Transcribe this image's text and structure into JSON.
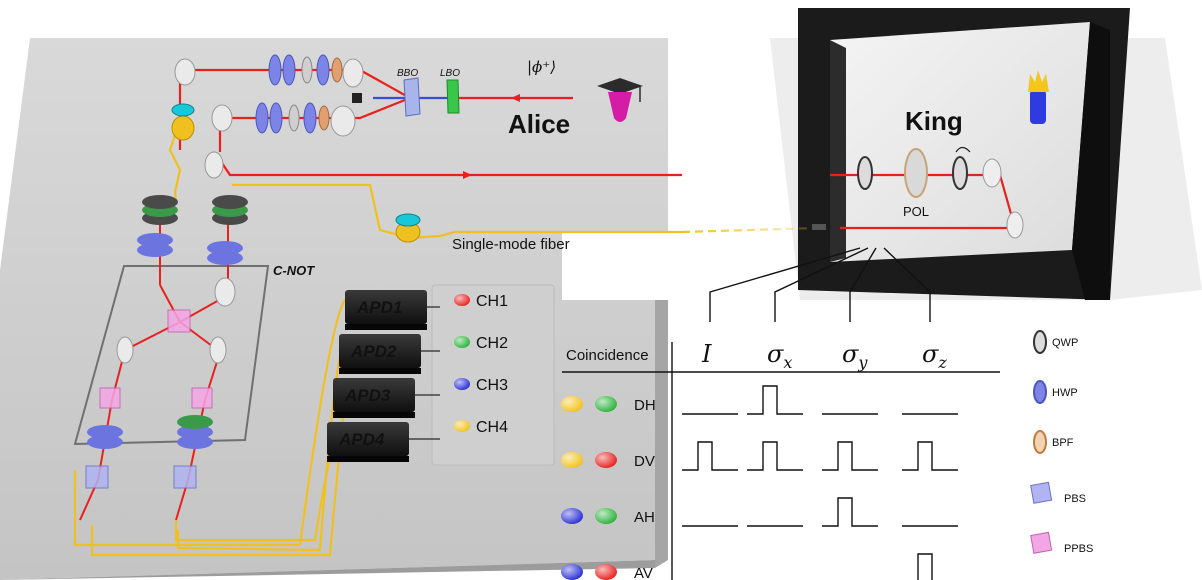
{
  "title": "",
  "labels": {
    "alice": "Alice",
    "king": "King",
    "state": "|ϕ⁺⟩",
    "bbo": "BBO",
    "lbo": "LBO",
    "pol": "POL",
    "fiber": "Single-mode fiber",
    "cnot": "C-NOT"
  },
  "apds": [
    "APD1",
    "APD2",
    "APD3",
    "APD4"
  ],
  "channels": [
    {
      "label": "CH1",
      "color": "#e8201e"
    },
    {
      "label": "CH2",
      "color": "#2bb33a"
    },
    {
      "label": "CH3",
      "color": "#2a2fd6"
    },
    {
      "label": "CH4",
      "color": "#f2c21b"
    }
  ],
  "table": {
    "header": "Coincidence",
    "columns": [
      {
        "base": "I",
        "sub": ""
      },
      {
        "base": "σ",
        "sub": "x"
      },
      {
        "base": "σ",
        "sub": "y"
      },
      {
        "base": "σ",
        "sub": "z"
      }
    ],
    "rows": [
      {
        "label": "DH",
        "dots": [
          "#f2c21b",
          "#2bb33a"
        ],
        "pulses": [
          0,
          1,
          0,
          0
        ]
      },
      {
        "label": "DV",
        "dots": [
          "#f2c21b",
          "#e8201e"
        ],
        "pulses": [
          1,
          1,
          1,
          1
        ]
      },
      {
        "label": "AH",
        "dots": [
          "#2a2fd6",
          "#2bb33a"
        ],
        "pulses": [
          0,
          0,
          1,
          0
        ]
      },
      {
        "label": "AV",
        "dots": [
          "#2a2fd6",
          "#e8201e"
        ],
        "pulses": [
          0,
          0,
          0,
          1
        ]
      }
    ]
  },
  "legend": [
    {
      "label": "QWP",
      "icon": "qwp-icon"
    },
    {
      "label": "HWP",
      "icon": "hwp-icon"
    },
    {
      "label": "BPF",
      "icon": "bpf-icon"
    },
    {
      "label": "PBS",
      "icon": "pbs-icon"
    },
    {
      "label": "PPBS",
      "icon": "ppbs-icon"
    }
  ],
  "colors": {
    "laser": "#e8201e",
    "fiber": "#f0c020",
    "board": "#d4d4d4",
    "wall": "#1a1a1a"
  }
}
